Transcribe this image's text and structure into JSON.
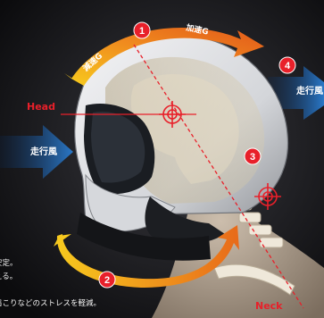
{
  "labels": {
    "deceleration": "減速G",
    "acceleration": "加速G",
    "head": "Head",
    "neck": "Neck",
    "wind_left": "走行風",
    "wind_right": "走行風"
  },
  "markers": [
    "1",
    "2",
    "3",
    "4"
  ],
  "notes": [
    "安定。",
    "える。",
    "肩こりなどのストレスを軽減。"
  ],
  "colors": {
    "accent_red": "#e8202a",
    "wind_blue": "#1f64b4",
    "accel_orange": "#f08c1e",
    "background": "#0b0b0d"
  }
}
